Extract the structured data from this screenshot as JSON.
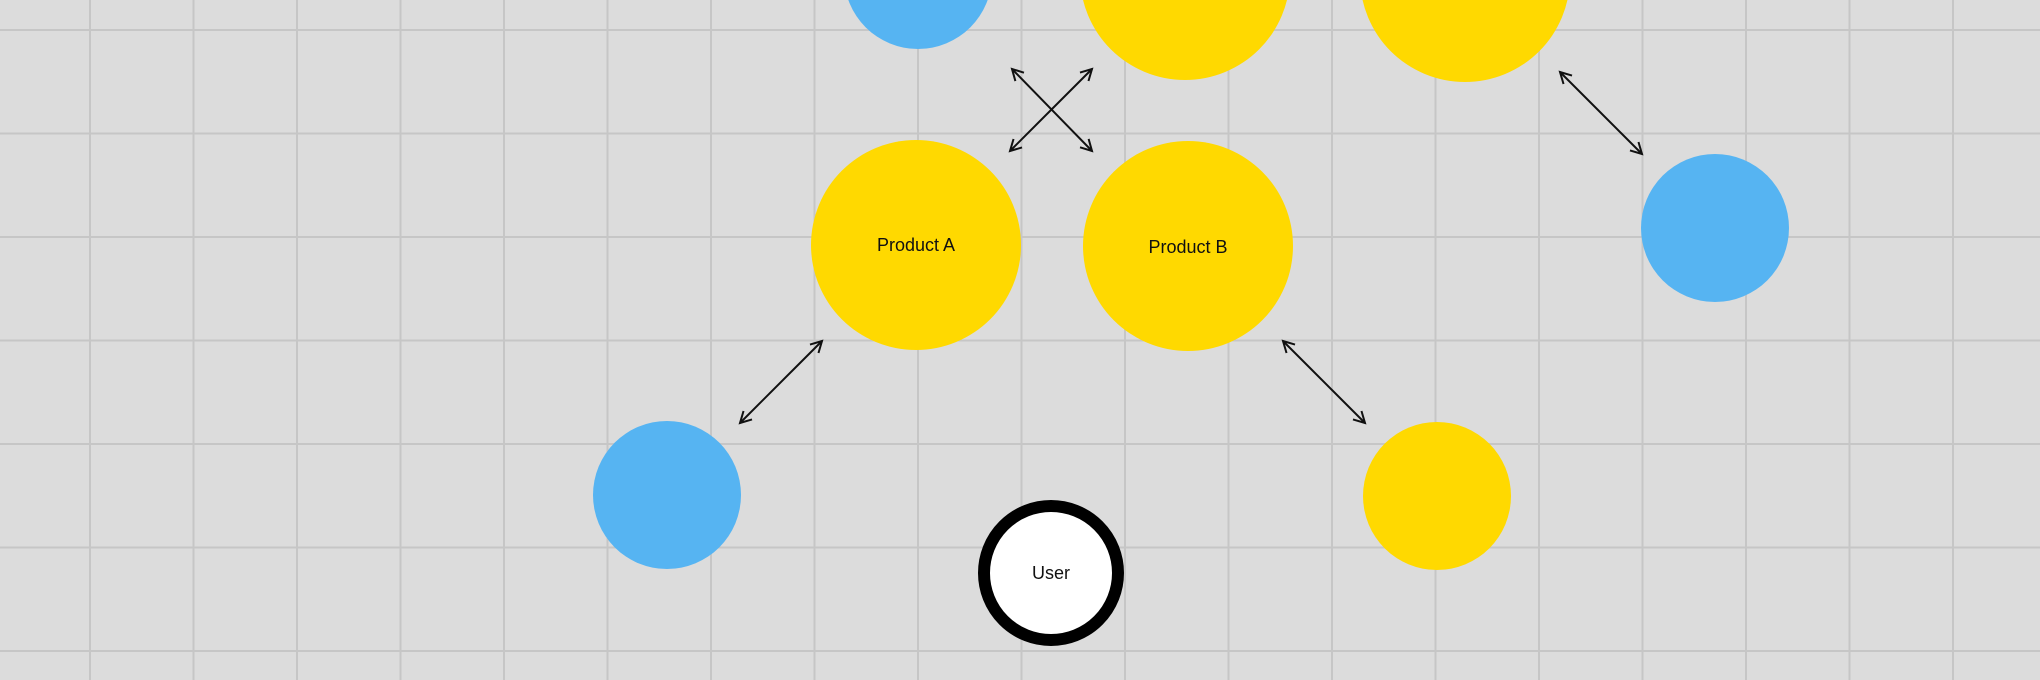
{
  "canvas": {
    "background": "#dcdcdc",
    "grid_color": "#c6c6c6"
  },
  "colors": {
    "yellow": "#ffd900",
    "blue": "#56b4f2",
    "white": "#ffffff",
    "black": "#000000",
    "arrow": "#111111"
  },
  "nodes": {
    "product_a": {
      "label": "Product A"
    },
    "product_b": {
      "label": "Product B"
    },
    "user": {
      "label": "User"
    }
  }
}
